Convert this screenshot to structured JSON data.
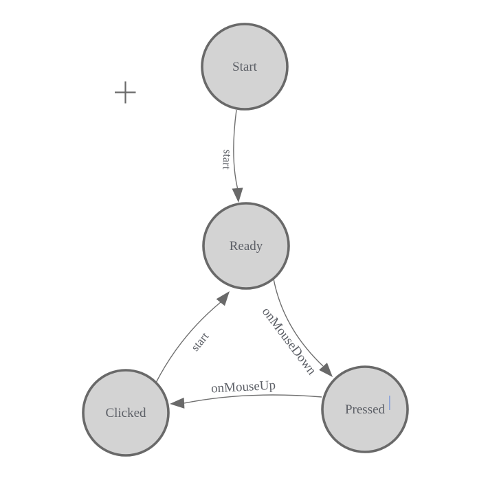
{
  "colors": {
    "canvas_bg": "#ffffff",
    "node_fill": "#d3d3d3",
    "node_stroke": "#696969",
    "edge_color": "#6e6e6e",
    "arrow_fill": "#696969",
    "label_color": "#5c5f66",
    "cursor_color": "#6a6a6a",
    "caret_color": "#7f9bd8"
  },
  "diagram": {
    "type": "state-machine",
    "nodes": [
      {
        "id": "start",
        "label": "Start"
      },
      {
        "id": "ready",
        "label": "Ready"
      },
      {
        "id": "clicked",
        "label": "Clicked"
      },
      {
        "id": "pressed",
        "label": "Pressed"
      }
    ],
    "edges": [
      {
        "from": "Start",
        "to": "Ready",
        "label": "start"
      },
      {
        "from": "Ready",
        "to": "Pressed",
        "label": "onMouseDown"
      },
      {
        "from": "Pressed",
        "to": "Clicked",
        "label": "onMouseUp"
      },
      {
        "from": "Clicked",
        "to": "Ready",
        "label": "start"
      }
    ]
  }
}
